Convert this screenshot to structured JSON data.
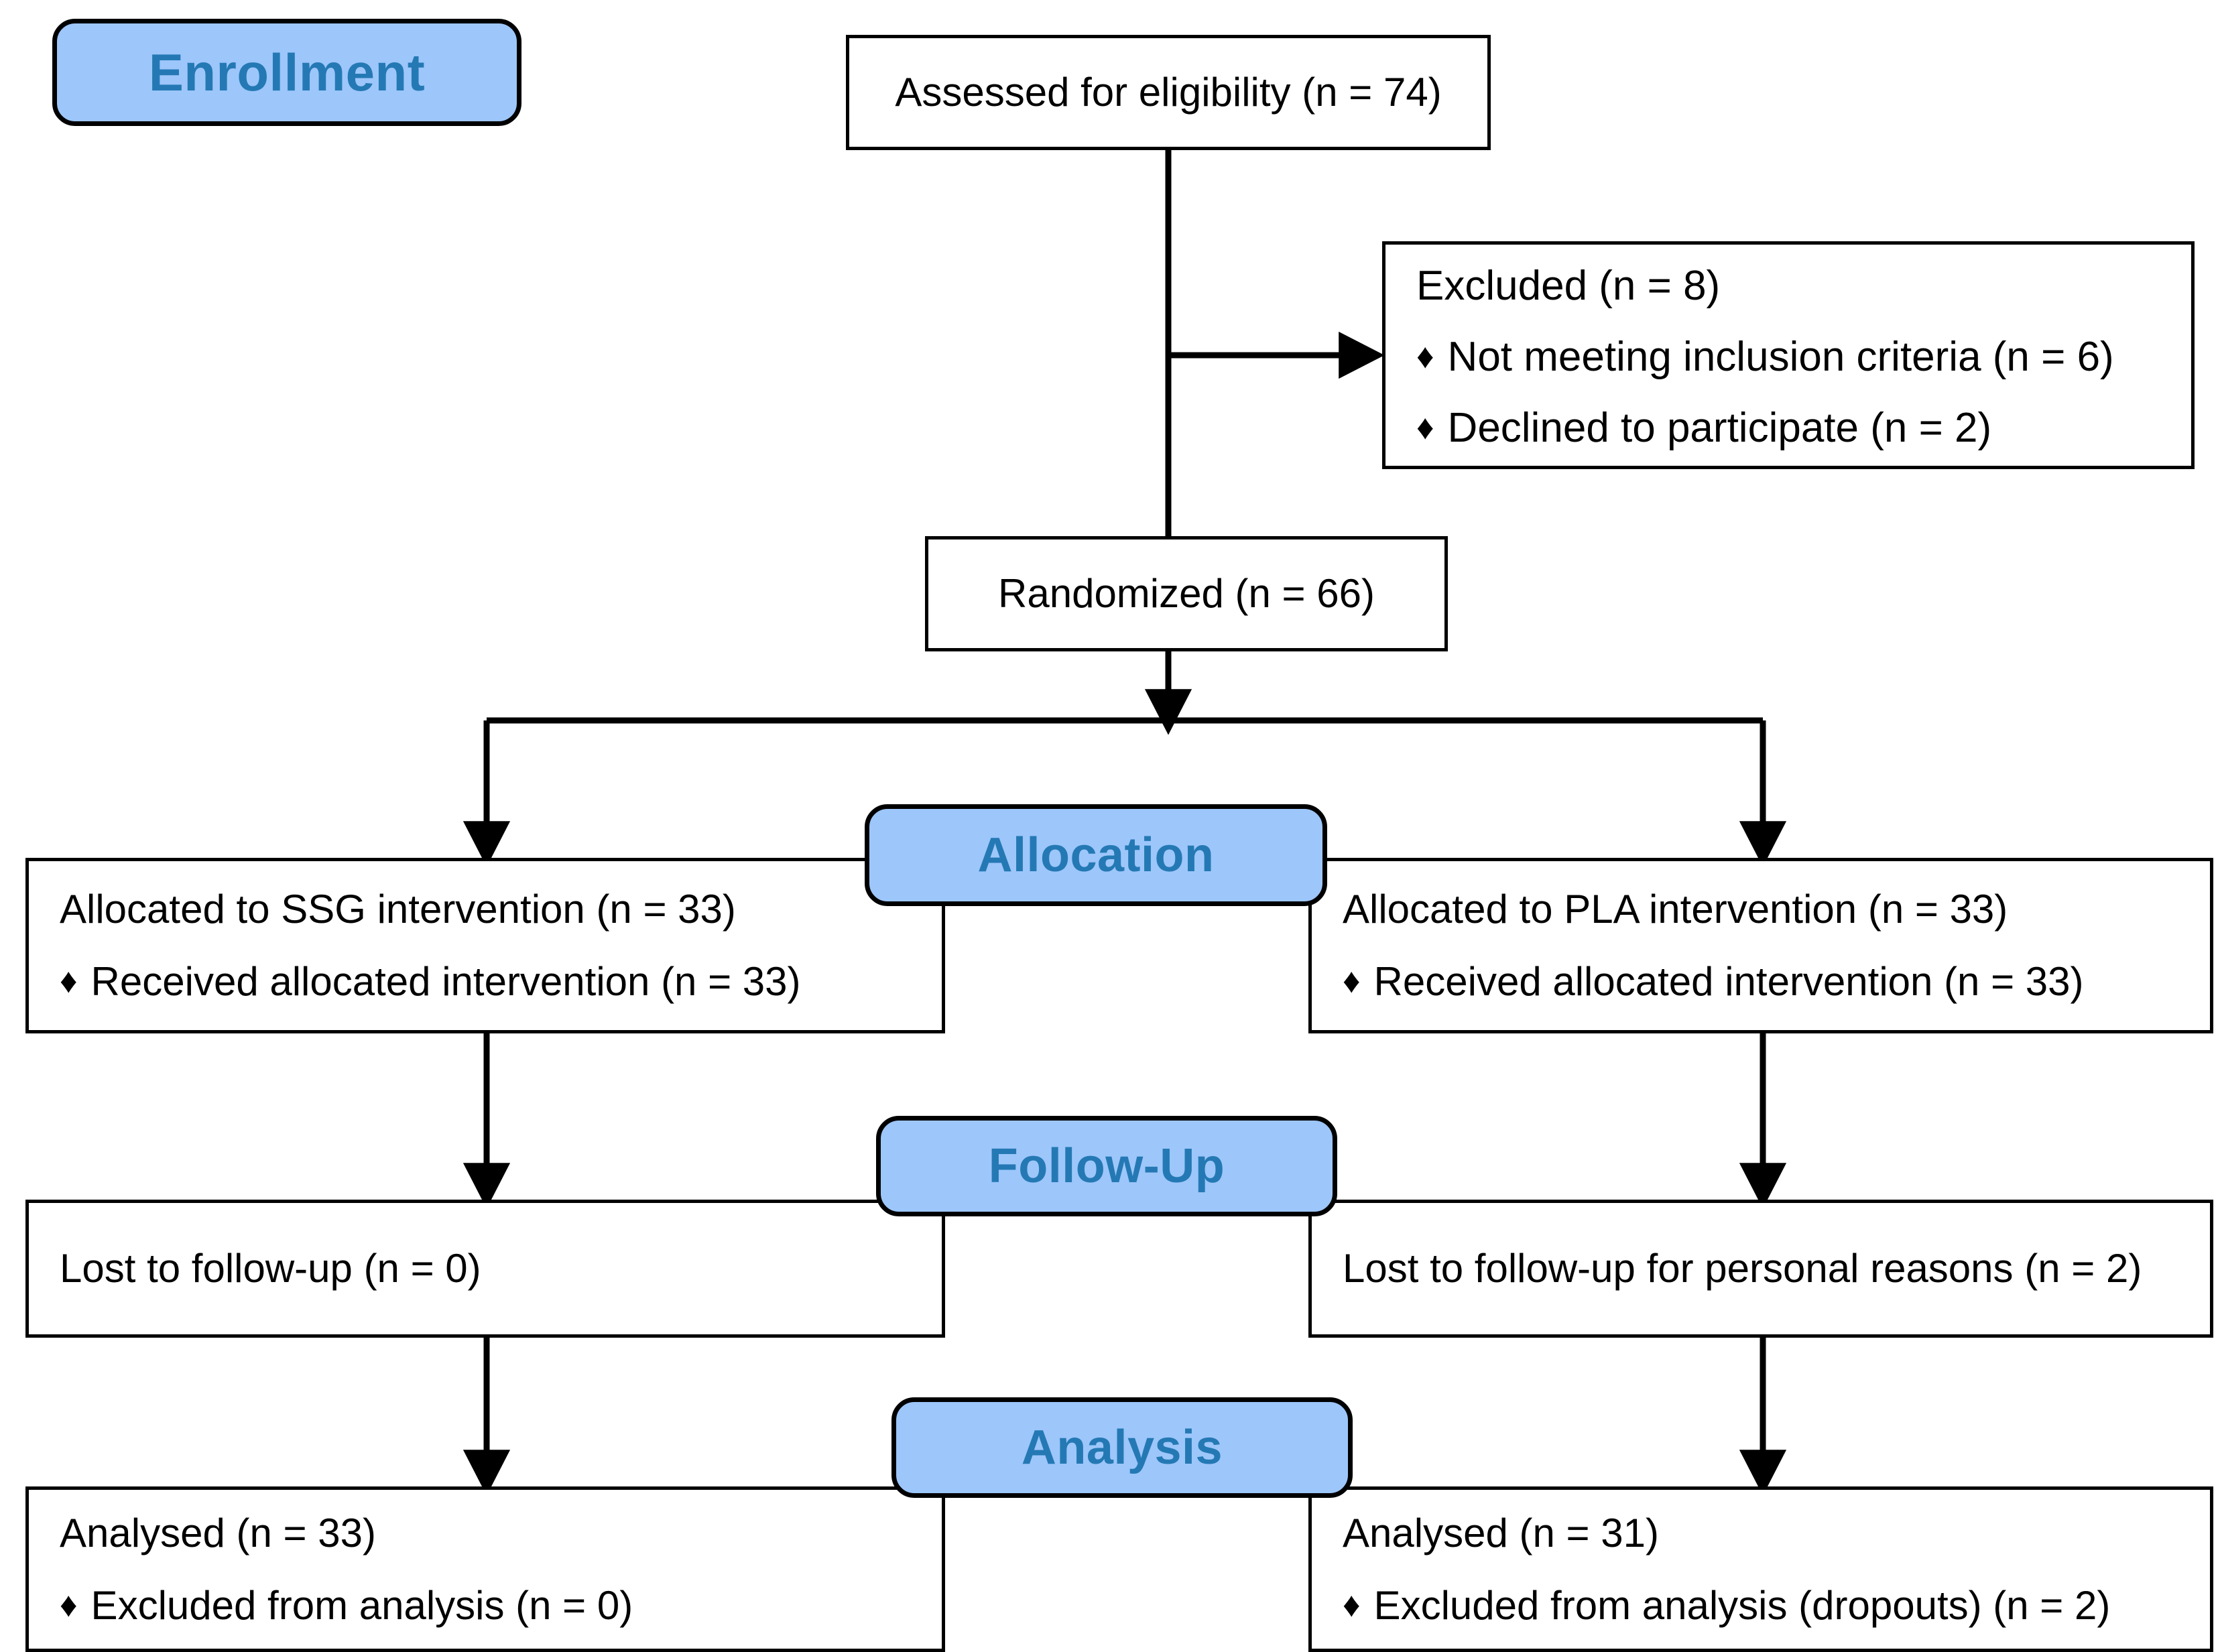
{
  "diagram": {
    "type": "consort-flow-diagram",
    "colors": {
      "badge_fill": "#9dc6fa",
      "badge_text": "#2479b4",
      "box_border": "#000000",
      "box_fill": "#ffffff",
      "connector": "#000000"
    },
    "stages": [
      {
        "id": "enrollment",
        "label": "Enrollment"
      },
      {
        "id": "allocation",
        "label": "Allocation"
      },
      {
        "id": "followup",
        "label": "Follow-Up"
      },
      {
        "id": "analysis",
        "label": "Analysis"
      }
    ],
    "bullet_glyph": "♦",
    "boxes": {
      "assessed": {
        "line1": "Assessed for eligibility (n = 74)"
      },
      "excluded": {
        "line1": "Excluded (n = 8)",
        "bullet1": "Not meeting inclusion criteria (n = 6)",
        "bullet2": "Declined to participate (n = 2)"
      },
      "randomized": {
        "line1": "Randomized (n = 66)"
      },
      "allocation_left": {
        "line1": "Allocated to SSG intervention (n = 33)",
        "bullet1": "Received allocated intervention (n = 33)"
      },
      "allocation_right": {
        "line1": "Allocated to PLA intervention (n = 33)",
        "bullet1": "Received allocated intervention (n = 33)"
      },
      "followup_left": {
        "line1": "Lost to follow-up (n = 0)"
      },
      "followup_right": {
        "line1": "Lost to follow-up for personal reasons (n = 2)"
      },
      "analysis_left": {
        "line1": "Analysed (n = 33)",
        "bullet1": "Excluded from analysis (n = 0)"
      },
      "analysis_right": {
        "line1": "Analysed (n = 31)",
        "bullet1": "Excluded from analysis (dropouts) (n = 2)"
      }
    },
    "flow_counts": {
      "assessed_for_eligibility": 74,
      "excluded_total": 8,
      "excluded_not_meeting_criteria": 6,
      "excluded_declined": 2,
      "randomized": 66,
      "ssg_allocated": 33,
      "ssg_received": 33,
      "ssg_lost_to_followup": 0,
      "ssg_analysed": 33,
      "ssg_excluded_from_analysis": 0,
      "pla_allocated": 33,
      "pla_received": 33,
      "pla_lost_to_followup": 2,
      "pla_analysed": 31,
      "pla_excluded_from_analysis": 2
    }
  }
}
